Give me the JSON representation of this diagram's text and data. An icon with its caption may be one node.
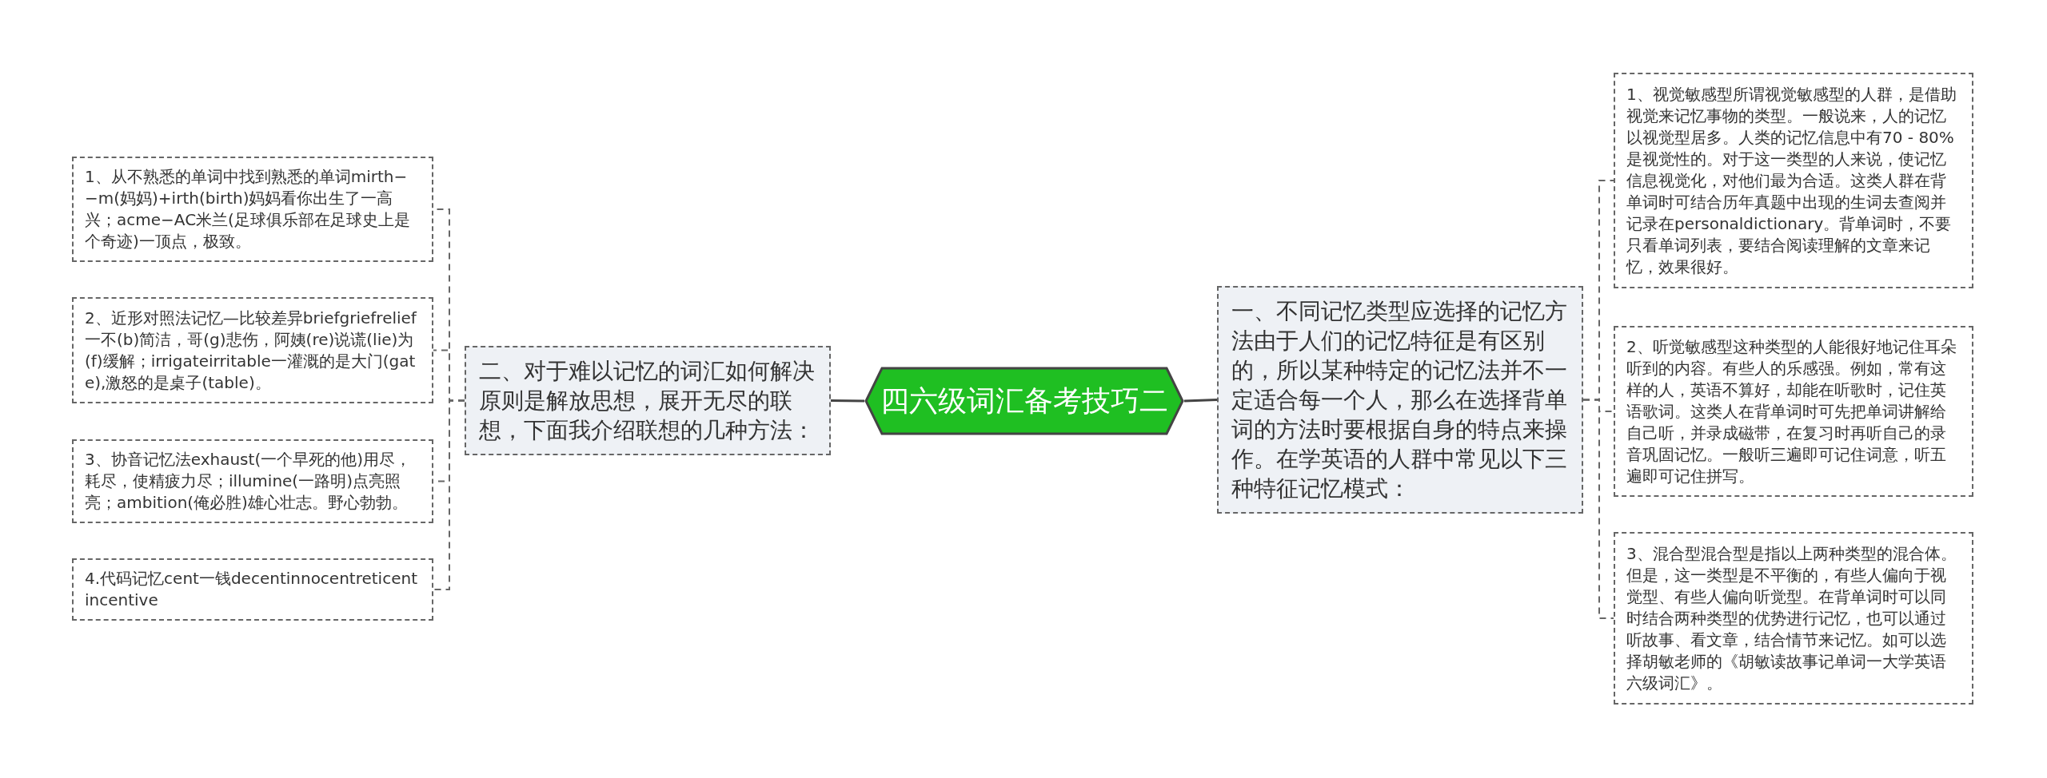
{
  "diagram": {
    "nodes": [
      {
        "text": [
          "四六级词汇备考技巧二"
        ]
      },
      {
        "text": [
          "一、不同记忆类型应选择的记忆方法由于人们的记忆特征是有区别的，所以某种特定的记忆法并不一定适合每一个人，那么在选择背单词的方法时要根据自身的特点来操作。在学英语的人群中常见以下三种特征记忆模式："
        ]
      },
      {
        "text": [
          "1、视觉敏感型所谓视觉敏感型的人群，是借助视觉来记忆事物的类型。一般说来，人的记忆以视觉型居多。人类的记忆信息中有70 - 80%是视觉性的。对于这一类型的人来说，使记忆信息视觉化，对他们最为合适。这类人群在背单词时可结合历年真题中出现的生词去查阅并记录在personaldictionary。背单词时，不要只看单词列表，要结合阅读理解的文章来记忆，效果很好。"
        ]
      },
      {
        "text": [
          "2、听觉敏感型这种类型的人能很好地记住耳朵听到的内容。有些人的乐感强。例如，常有这样的人，英语不算好，却能在听歌时，记住英语歌词。这类人在背单词时可先把单词讲解给自己听，并录成磁带，在复习时再听自己的录音巩固记忆。一般听三遍即可记住词意，听五遍即可记住拼写。"
        ]
      },
      {
        "text": [
          "3、混合型混合型是指以上两种类型的混合体。但是，这一类型是不平衡的，有些人偏向于视觉型、有些人偏向听觉型。在背单词时可以同时结合两种类型的优势进行记忆，也可以通过听故事、看文章，结合情节来记忆。如可以选择胡敏老师的《胡敏读故事记单词一大学英语六级词汇》。"
        ]
      },
      {
        "text": [
          "二、对于难以记忆的词汇如何解决原则是解放思想，展开无尽的联想，下面我介绍联想的几种方法："
        ]
      },
      {
        "text": [
          "1、从不熟悉的单词中找到熟悉的单词mirth−−m(妈妈)+irth(birth)妈妈看你出生了一高兴；acme−AC米兰(足球俱乐部在足球史上是个奇迹)一顶点，极致。"
        ]
      },
      {
        "text": [
          "2、近形对照法记忆—比较差异briefgriefrelief一不(b)简洁，哥(g)悲伤，阿姨(re)说谎(lie)为(f)缓解；irrigateirritable一灌溉的是大门(gate),激怒的是桌子(table)。"
        ]
      },
      {
        "text": [
          "3、协音记忆法exhaust(一个早死的他)用尽，耗尽，使精疲力尽；illumine(一路明)点亮照亮；ambition(俺必胜)雄心壮志。野心勃勃。"
        ]
      },
      {
        "text": [
          "4.代码记忆cent一钱decentinnocentreticentincentive"
        ]
      }
    ],
    "edges": [
      {
        "from": 0,
        "to": 1,
        "arrow": "none"
      },
      {
        "from": 1,
        "to": 2,
        "arrow": "none",
        "style": "dashed"
      },
      {
        "from": 1,
        "to": 3,
        "arrow": "none",
        "style": "dashed"
      },
      {
        "from": 1,
        "to": 4,
        "arrow": "none",
        "style": "dashed"
      },
      {
        "from": 0,
        "to": 5,
        "arrow": "none"
      },
      {
        "from": 5,
        "to": 6,
        "arrow": "none",
        "style": "dashed"
      },
      {
        "from": 5,
        "to": 7,
        "arrow": "none",
        "style": "dashed"
      },
      {
        "from": 5,
        "to": 8,
        "arrow": "none",
        "style": "dashed"
      },
      {
        "from": 5,
        "to": 9,
        "arrow": "none",
        "style": "dashed"
      }
    ]
  }
}
